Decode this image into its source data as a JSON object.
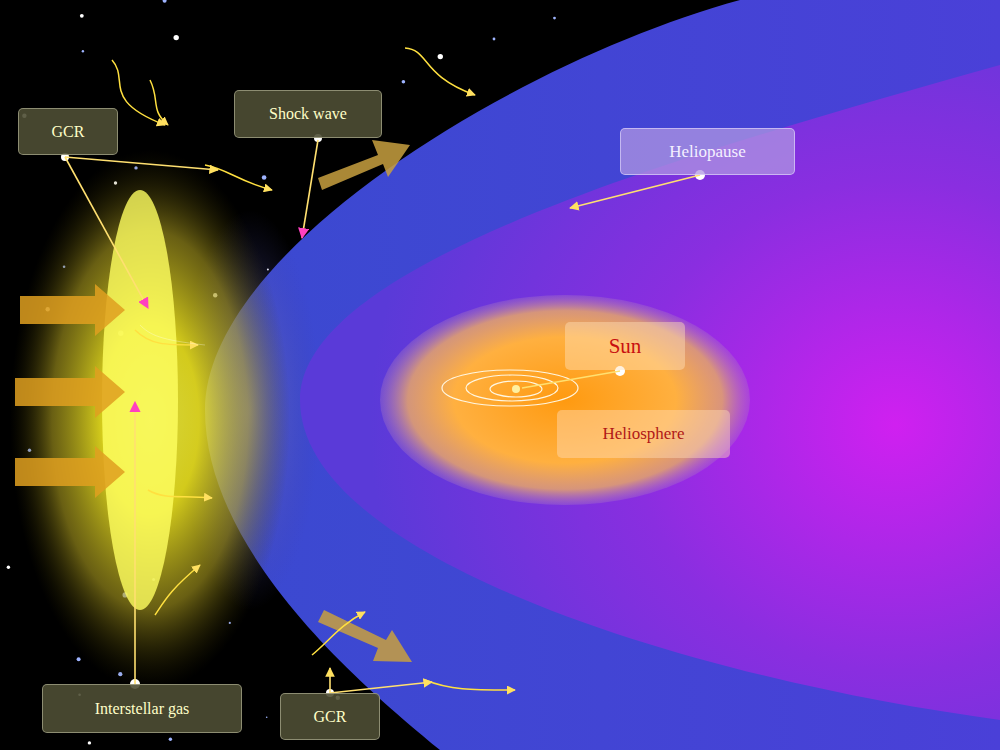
{
  "diagram": {
    "nodes": [
      {
        "text": [
          "GCR"
        ]
      },
      {
        "text": [
          "Shock wave"
        ]
      },
      {
        "text": [
          "Heliopause"
        ]
      },
      {
        "text": [
          "Sun"
        ]
      },
      {
        "text": [
          "Heliosphere"
        ]
      },
      {
        "text": [
          "Interstellar gas"
        ]
      },
      {
        "text": [
          "GCR"
        ]
      }
    ]
  }
}
